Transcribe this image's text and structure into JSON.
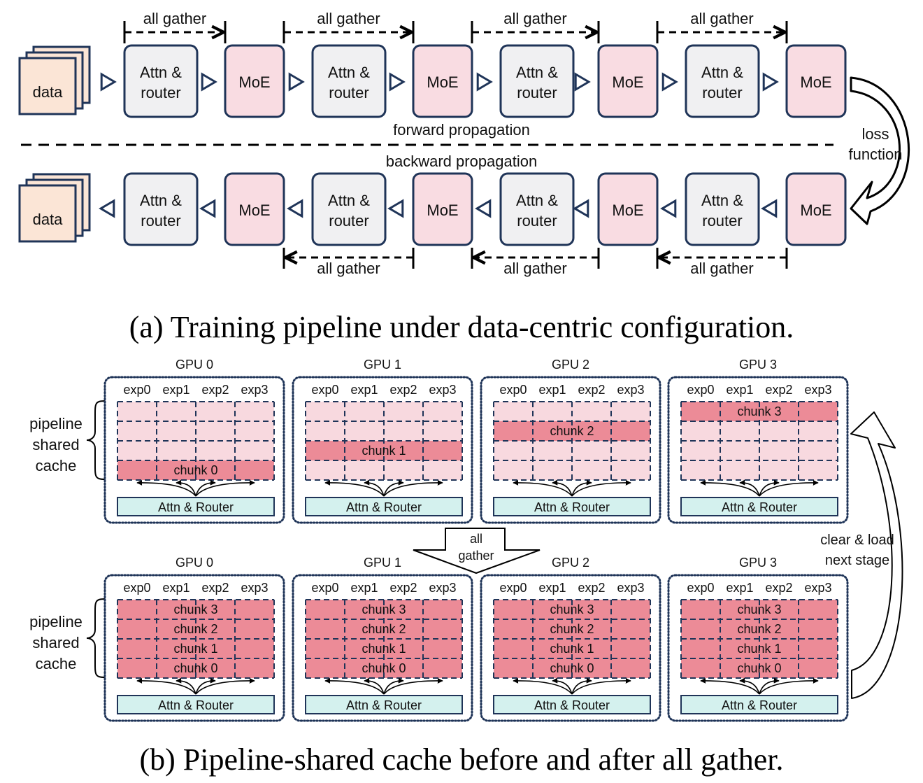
{
  "colors": {
    "stroke": "#1f3458",
    "data_fill": "#fbe5d6",
    "attn_fill": "#f0f0f2",
    "moe_fill": "#f9dce2",
    "cache_light": "#f8d9df",
    "cache_dark": "#ec8b97",
    "router_fill": "#d4f1ee",
    "black": "#000000"
  },
  "part_a": {
    "caption": "(a) Training pipeline under data-centric configuration.",
    "forward_label": "forward propagation",
    "backward_label": "backward propagation",
    "loss_label_line1": "loss",
    "loss_label_line2": "function",
    "data_label": "data",
    "attn_label_line1": "Attn &",
    "attn_label_line2": "router",
    "moe_label": "MoE",
    "all_gather_label": "all gather",
    "forward_sequence": [
      "data",
      "attn",
      "moe",
      "attn",
      "moe",
      "attn",
      "moe",
      "attn",
      "moe"
    ],
    "backward_sequence": [
      "data",
      "attn",
      "moe",
      "attn",
      "moe",
      "attn",
      "moe",
      "attn",
      "moe"
    ],
    "forward_gathers": 4,
    "backward_gathers": 3
  },
  "part_b": {
    "caption": "(b) Pipeline-shared cache before and after all gather.",
    "cache_label": [
      "pipeline",
      "shared",
      "cache"
    ],
    "experts": [
      "exp0",
      "exp1",
      "exp2",
      "exp3"
    ],
    "router_label": "Attn & Router",
    "all_gather_label": [
      "all",
      "gather"
    ],
    "clear_load_label": [
      "clear & load",
      "next stage"
    ],
    "before": [
      {
        "gpu": "GPU 0",
        "filled_chunks": [
          {
            "row": 3,
            "label": "chunk 0"
          }
        ]
      },
      {
        "gpu": "GPU 1",
        "filled_chunks": [
          {
            "row": 2,
            "label": "chunk 1"
          }
        ]
      },
      {
        "gpu": "GPU 2",
        "filled_chunks": [
          {
            "row": 1,
            "label": "chunk 2"
          }
        ]
      },
      {
        "gpu": "GPU 3",
        "filled_chunks": [
          {
            "row": 0,
            "label": "chunk 3"
          }
        ]
      }
    ],
    "after": [
      {
        "gpu": "GPU 0",
        "filled_chunks": [
          {
            "row": 0,
            "label": "chunk 3"
          },
          {
            "row": 1,
            "label": "chunk 2"
          },
          {
            "row": 2,
            "label": "chunk 1"
          },
          {
            "row": 3,
            "label": "chunk 0"
          }
        ]
      },
      {
        "gpu": "GPU 1",
        "filled_chunks": [
          {
            "row": 0,
            "label": "chunk 3"
          },
          {
            "row": 1,
            "label": "chunk 2"
          },
          {
            "row": 2,
            "label": "chunk 1"
          },
          {
            "row": 3,
            "label": "chunk 0"
          }
        ]
      },
      {
        "gpu": "GPU 2",
        "filled_chunks": [
          {
            "row": 0,
            "label": "chunk 3"
          },
          {
            "row": 1,
            "label": "chunk 2"
          },
          {
            "row": 2,
            "label": "chunk 1"
          },
          {
            "row": 3,
            "label": "chunk 0"
          }
        ]
      },
      {
        "gpu": "GPU 3",
        "filled_chunks": [
          {
            "row": 0,
            "label": "chunk 3"
          },
          {
            "row": 1,
            "label": "chunk 2"
          },
          {
            "row": 2,
            "label": "chunk 1"
          },
          {
            "row": 3,
            "label": "chunk 0"
          }
        ]
      }
    ]
  }
}
